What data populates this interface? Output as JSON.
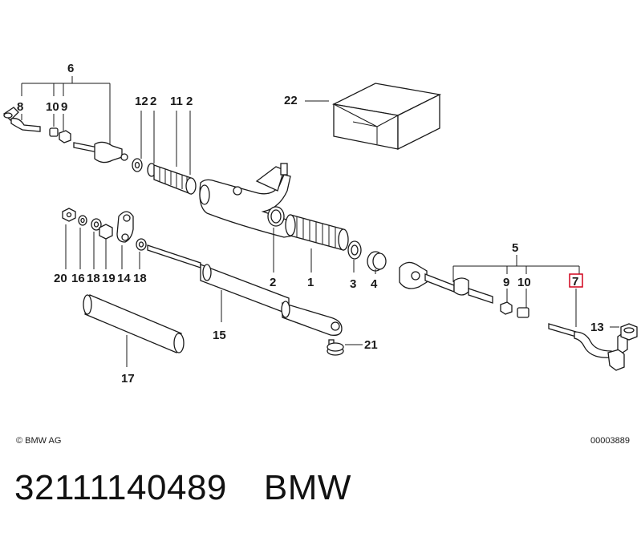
{
  "diagram": {
    "callouts": {
      "c6": "6",
      "c8": "8",
      "c10a": "10",
      "c9a": "9",
      "c12": "12",
      "c2a": "2",
      "c11": "11",
      "c2b": "2",
      "c22": "22",
      "c20": "20",
      "c16": "16",
      "c18a": "18",
      "c19": "19",
      "c14": "14",
      "c18b": "18",
      "c2c": "2",
      "c1": "1",
      "c3": "3",
      "c4": "4",
      "c5": "5",
      "c9b": "9",
      "c10b": "10",
      "c7": "7",
      "c13": "13",
      "c15": "15",
      "c21": "21",
      "c17": "17"
    },
    "highlight_color": "#d0021b",
    "copyright": "© BMW AG",
    "drawing_number": "00003889"
  },
  "footer": {
    "part_number": "32111140489",
    "brand": "BMW"
  }
}
